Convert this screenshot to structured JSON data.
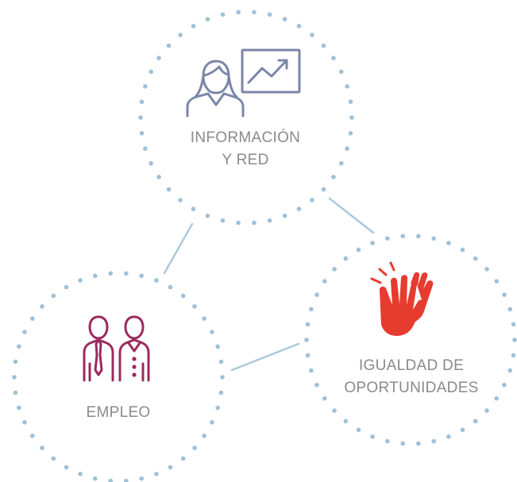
{
  "colors": {
    "dots": "#9fc1d6",
    "connector": "#a9cadb",
    "label": "#8a8a8a",
    "info_icon": "#7b86a8",
    "employment_icon": "#9b2a5e",
    "equality_icon": "#e63c2f"
  },
  "nodes": [
    {
      "id": "informacion-y-red",
      "icon": "presenter-chart-icon",
      "label_lines": [
        "INFORMACIÓN",
        "Y RED"
      ]
    },
    {
      "id": "empleo",
      "icon": "business-people-icon",
      "label_lines": [
        "EMPLEO"
      ]
    },
    {
      "id": "igualdad-de-oportunidades",
      "icon": "high-five-hands-icon",
      "label_lines": [
        "IGUALDAD DE",
        "OPORTUNIDADES"
      ]
    }
  ],
  "connections": [
    [
      "informacion-y-red",
      "empleo"
    ],
    [
      "informacion-y-red",
      "igualdad-de-oportunidades"
    ],
    [
      "empleo",
      "igualdad-de-oportunidades"
    ]
  ]
}
